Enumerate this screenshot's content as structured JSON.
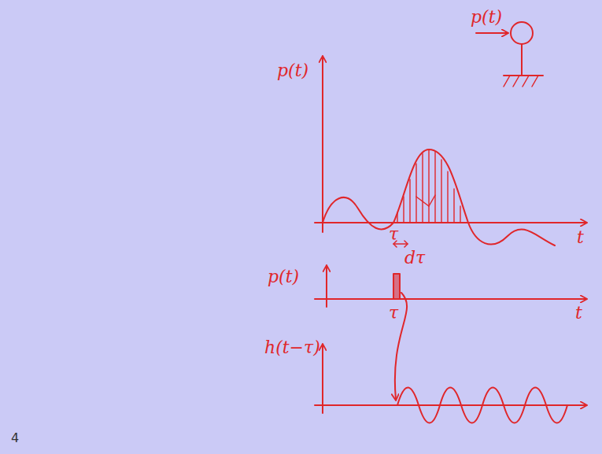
{
  "diagram": {
    "labels": [
      "p(t)",
      "p(t)",
      "t",
      "τ",
      "dτ",
      "p(t)",
      "t",
      "τ",
      "h(t−τ)",
      "4"
    ]
  }
}
